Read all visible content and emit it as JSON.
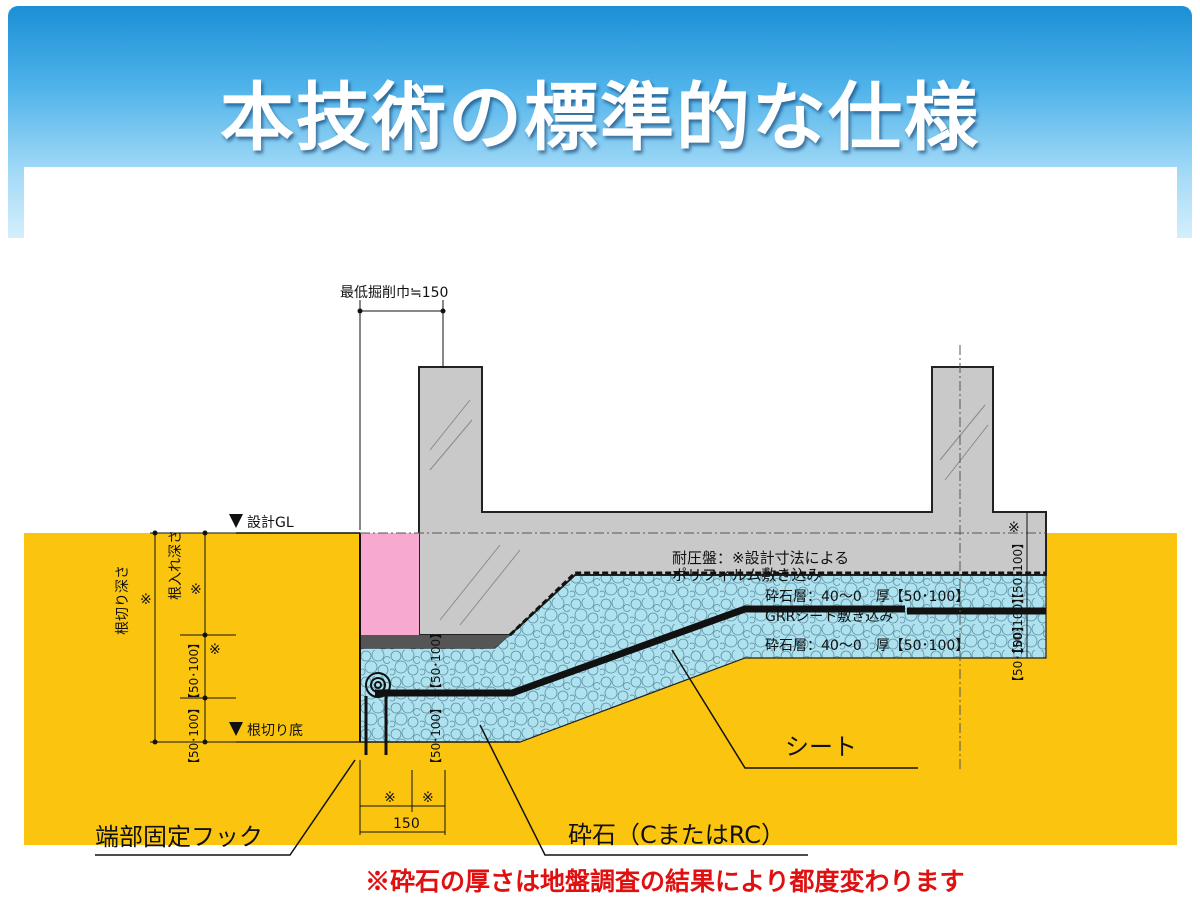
{
  "slide": {
    "title": "本技術の標準的な仕様",
    "note": "※砕石の厚さは地盤調査の結果により都度変わります"
  },
  "colors": {
    "banner": "#1b8fd6",
    "soil": "#fbc50f",
    "gravel": "#aee2ef",
    "concrete": "#c9c9c9",
    "backfill": "#f8a9cf",
    "note": "#e01010"
  },
  "labels": {
    "min_width": "最低掘削巾≒150",
    "design_gl": "設計GL",
    "excavation_bottom": "根切り底",
    "excavation_depth": "根切り深さ",
    "embed_depth": "根入れ深さ",
    "mark": "※",
    "pressure_slab": "耐圧盤：※設計寸法による",
    "poly_film": "ポリフィルム敷き込み",
    "gravel_upper": "砕石層：40～0　厚【50･100】",
    "grr_sheet": "GRRシート敷き込み",
    "gravel_lower": "砕石層：40～0　厚【50･100】",
    "dim_range": "【50･100】",
    "dim_150": "150",
    "sheet": "シート",
    "end_hook": "端部固定フック",
    "crushed_stone": "砕石（CまたはRC）"
  }
}
